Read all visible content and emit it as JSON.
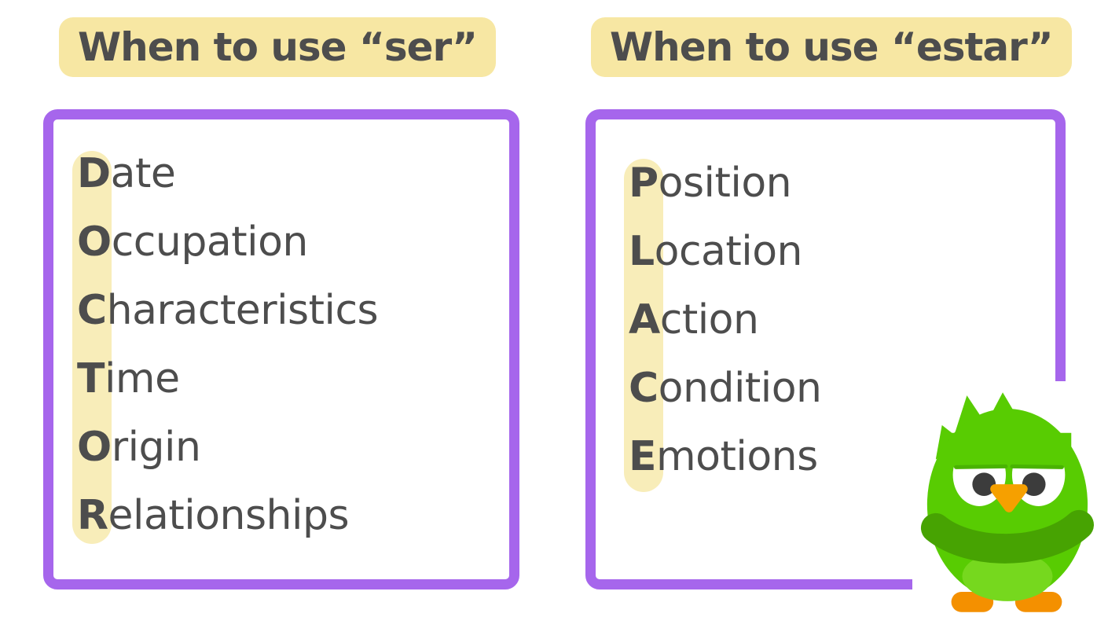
{
  "titles": {
    "left": "When to use “ser”",
    "right": "When to use “estar”"
  },
  "left_box": {
    "acronym": "DOCTOR",
    "items": [
      {
        "initial": "D",
        "rest": "ate"
      },
      {
        "initial": "O",
        "rest": "ccupation"
      },
      {
        "initial": "C",
        "rest": "haracteristics"
      },
      {
        "initial": "T",
        "rest": "ime"
      },
      {
        "initial": "O",
        "rest": "rigin"
      },
      {
        "initial": "R",
        "rest": "elationships"
      }
    ]
  },
  "right_box": {
    "acronym": "PLACE",
    "items": [
      {
        "initial": "P",
        "rest": "osition"
      },
      {
        "initial": "L",
        "rest": "ocation"
      },
      {
        "initial": "A",
        "rest": "ction"
      },
      {
        "initial": "C",
        "rest": "ondition"
      },
      {
        "initial": "E",
        "rest": "motions"
      }
    ]
  },
  "mascot": "duolingo-owl",
  "colors": {
    "highlight_yellow": "#F7E7A3",
    "stripe_yellow": "#F8EDB9",
    "border_purple": "#A666EC",
    "text_dark": "#4D4D4D",
    "owl_green": "#58CC02",
    "owl_dark_green": "#47A302",
    "owl_orange": "#F49000"
  }
}
